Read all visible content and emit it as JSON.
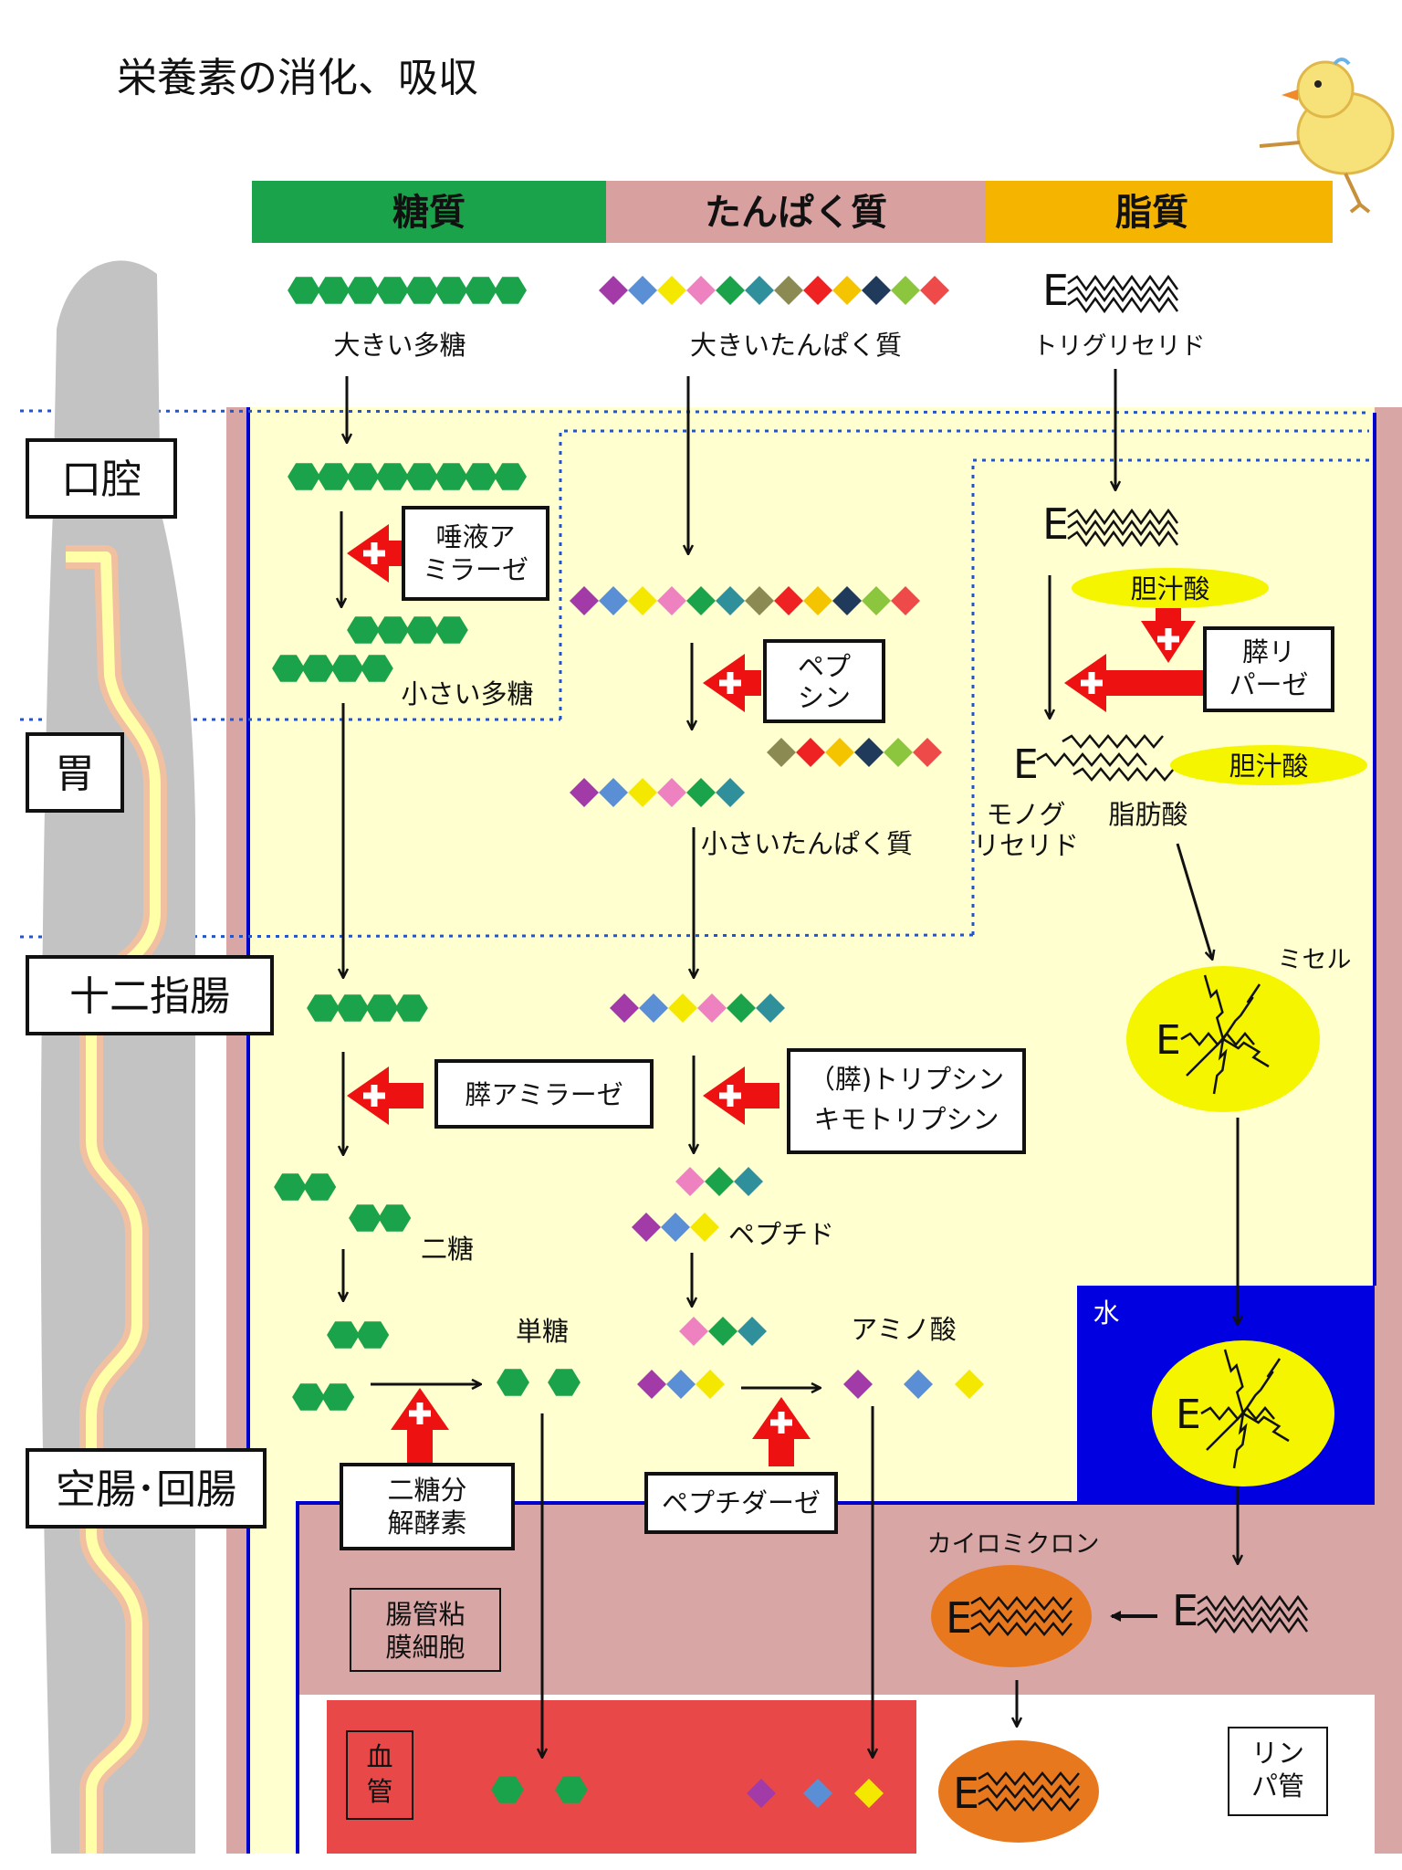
{
  "title": "栄養素の消化、吸収",
  "columns": {
    "carb": "糖質",
    "protein": "たんぱく質",
    "fat": "脂質"
  },
  "organs": {
    "mouth": "口腔",
    "stomach": "胃",
    "duodenum": "十二指腸",
    "small_intestine": "空腸･回腸"
  },
  "labels": {
    "big_polysaccharide": "大きい多糖",
    "big_protein": "大きいたんぱく質",
    "triglyceride": "トリグリセリド",
    "small_polysaccharide": "小さい多糖",
    "small_protein": "小さいたんぱく質",
    "disaccharide": "二糖",
    "peptide": "ペプチド",
    "monosaccharide": "単糖",
    "amino_acid": "アミノ酸",
    "monoglyceride_line1": "モノグ",
    "monoglyceride_line2": "リセリド",
    "fatty_acid": "脂肪酸",
    "micelle": "ミセル",
    "water": "水",
    "chylomicron": "カイロミクロン",
    "mucosa_line1": "腸管粘",
    "mucosa_line2": "膜細胞",
    "blood_line1": "血",
    "blood_line2": "管",
    "lymph_line1": "リン",
    "lymph_line2": "パ管",
    "bile_1": "胆汁酸",
    "bile_2": "胆汁酸",
    "ester_symbol": "E"
  },
  "enzymes": {
    "salivary_amylase_line1": "唾液ア",
    "salivary_amylase_line2": "ミラーゼ",
    "pepsin_line1": "ペプ",
    "pepsin_line2": "シン",
    "pancreatic_lipase_line1": "膵リ",
    "pancreatic_lipase_line2": "パーゼ",
    "pancreatic_amylase": "膵アミラーゼ",
    "trypsin_line1": "（膵)トリプシン",
    "trypsin_line2": "キモトリプシン",
    "disaccharidase_line1": "二糖分",
    "disaccharidase_line2": "解酵素",
    "peptidase": "ペプチダーゼ"
  },
  "colors": {
    "carb_header": "#1aa34a",
    "protein_header": "#d9a0a0",
    "fat_header": "#f5b400",
    "glucose": "#1aa34a",
    "lumen": "#ffffd0",
    "wall": "#d9a6a6",
    "blood": "#e84848",
    "water": "#0000e0",
    "micelle": "#f5f500",
    "chylomicron": "#e8781e",
    "enzyme_arrow": "#ee1111",
    "boundary": "#0000cc",
    "dotted": "#2255cc"
  },
  "amino_colors": [
    "#a23aa8",
    "#5a8fd6",
    "#f5e800",
    "#ee82c0",
    "#1aa34a",
    "#2f8f9a",
    "#8a8a52",
    "#ee2222",
    "#f5c400",
    "#1f3a5a",
    "#8cc63f",
    "#ee4a4a"
  ],
  "icons": {
    "chick": "chick-icon",
    "plus": "plus-icon",
    "arrow": "arrow-icon"
  }
}
